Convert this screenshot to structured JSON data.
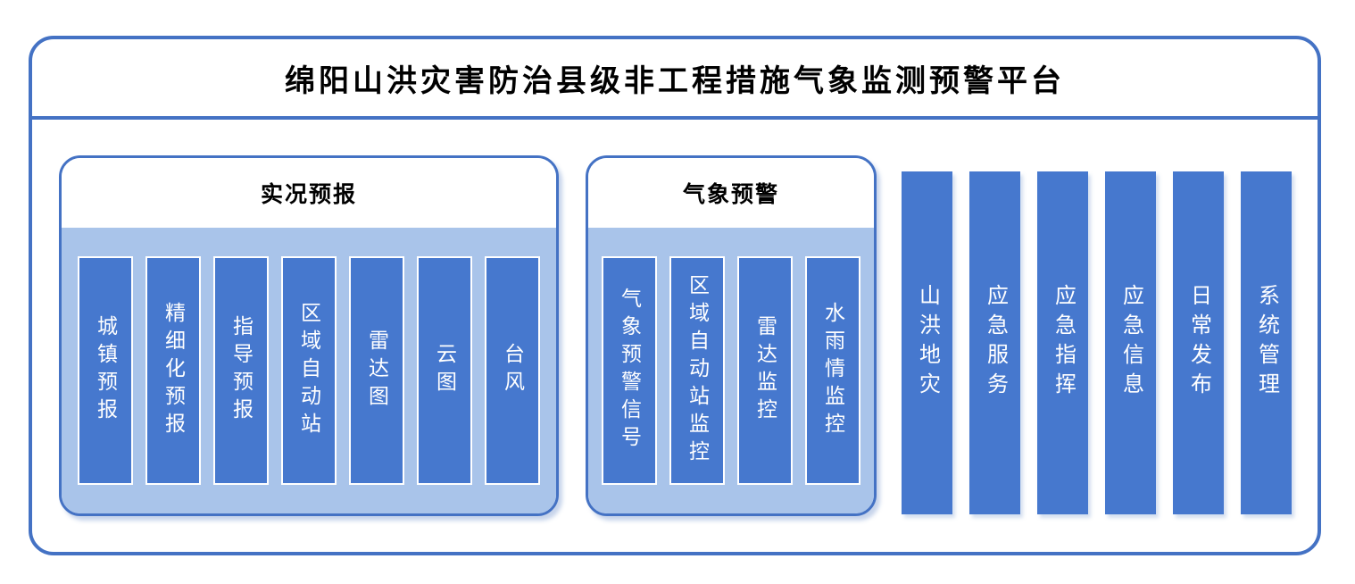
{
  "title": "绵阳山洪灾害防治县级非工程措施气象监测预警平台",
  "panels": [
    {
      "title": "实况预报",
      "items": [
        "城镇预报",
        "精细化预报",
        "指导预报",
        "区域自动站",
        "雷达图",
        "云图",
        "台风"
      ]
    },
    {
      "title": "气象预警",
      "items": [
        "气象预警信号",
        "区域自动站监控",
        "雷达监控",
        "水雨情监控"
      ]
    }
  ],
  "standalone_items": [
    "山洪地灾",
    "应急服务",
    "应急指挥",
    "应急信息",
    "日常发布",
    "系统管理"
  ],
  "colors": {
    "accent_border": "#4472C4",
    "bar_fill": "#4678CE",
    "panel_body": "#A9C4EA",
    "bar_text": "#FFFFFF",
    "title_text": "#000000"
  }
}
